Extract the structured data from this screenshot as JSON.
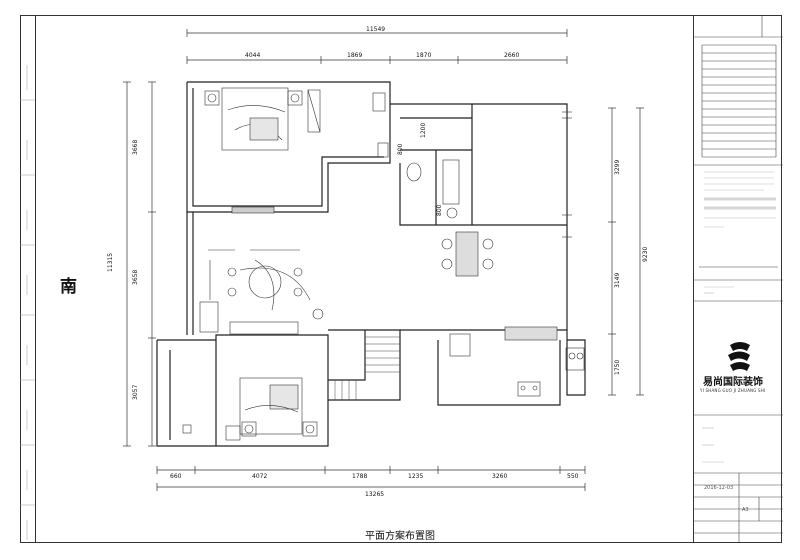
{
  "orientation_label": "南",
  "plan_title": "平面方案布置图",
  "dimensions": {
    "top_total": "11549",
    "top_segments": [
      "4044",
      "1869",
      "1870",
      "2660"
    ],
    "bottom_segments": [
      "660",
      "4072",
      "1788",
      "1235",
      "3260",
      "550"
    ],
    "bottom_total": "13265",
    "left_segments": [
      "3668",
      "3658",
      "3057"
    ],
    "left_total": "11315",
    "right_segments": [
      "3299",
      "3149",
      "1750"
    ],
    "right_total": "9230",
    "inner": [
      "1200",
      "800",
      "800"
    ]
  },
  "title_block": {
    "company_name": "易尚国际装饰",
    "company_pinyin": "YI SHANG GUO JI ZHUANG SHI",
    "date": "2016-12-03",
    "paper_size": "A3"
  }
}
